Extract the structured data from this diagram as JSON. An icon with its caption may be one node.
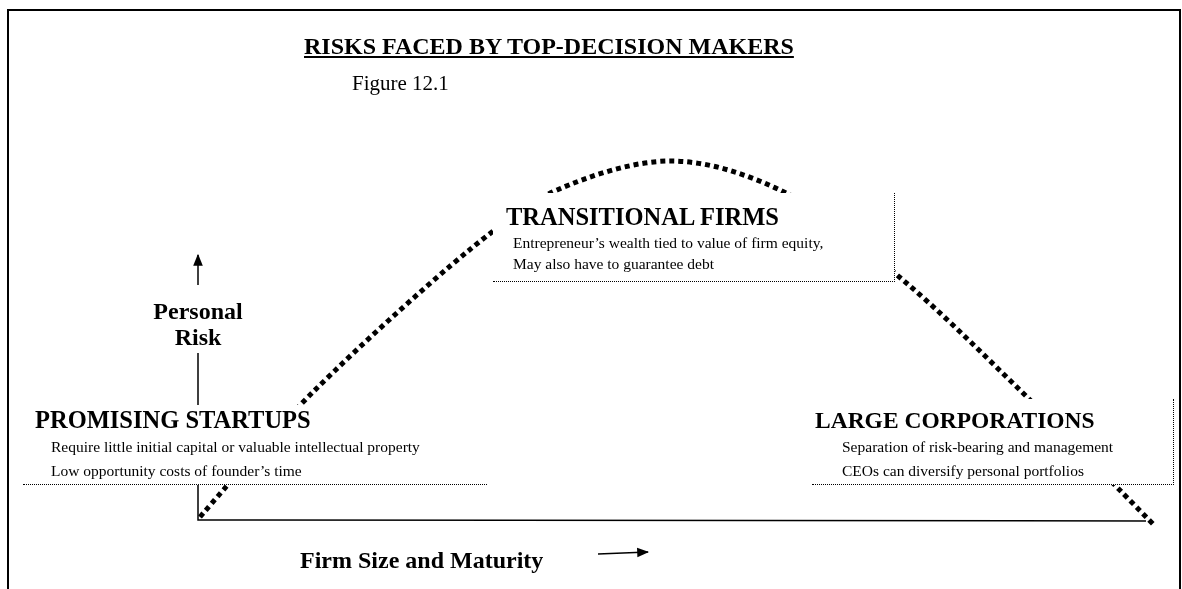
{
  "diagram": {
    "title": "RISKS FACED BY TOP-DECISION MAKERS",
    "caption": "Figure 12.1",
    "nodes": [
      {
        "text": [
          "TRANSITIONAL FIRMS",
          "Entrepreneur’s wealth tied to value of firm equity,",
          "May also have to guarantee debt"
        ]
      },
      {
        "text": [
          "PROMISING STARTUPS",
          "Require little initial capital or valuable intellectual property",
          "Low opportunity costs of founder’s time"
        ]
      },
      {
        "text": [
          "LARGE CORPORATIONS",
          "Separation of risk-bearing and management",
          "CEOs can diversify personal portfolios"
        ]
      }
    ],
    "labels": [
      "Personal Risk",
      "Firm Size and Maturity"
    ]
  }
}
